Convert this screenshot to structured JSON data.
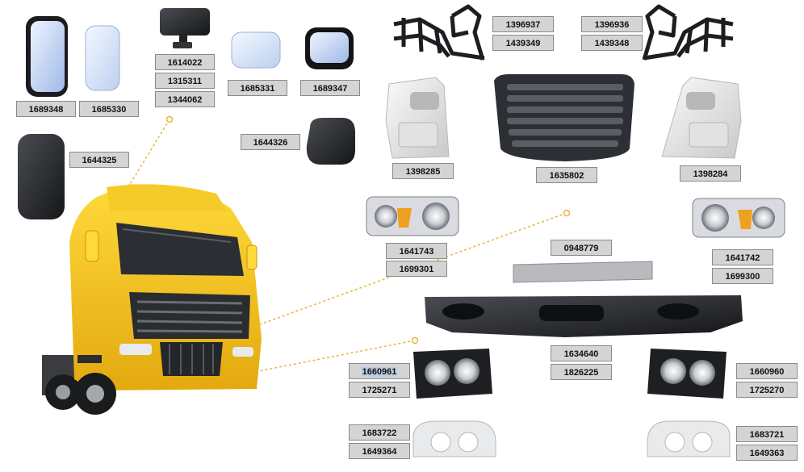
{
  "labels": {
    "l1689348": "1689348",
    "l1685330": "1685330",
    "l1614022": "1614022",
    "l1315311": "1315311",
    "l1344062": "1344062",
    "l1685331": "1685331",
    "l1689347": "1689347",
    "l1644325": "1644325",
    "l1644326": "1644326",
    "l1396937": "1396937",
    "l1439349": "1439349",
    "l1396936": "1396936",
    "l1439348": "1439348",
    "l1398285": "1398285",
    "l1635802": "1635802",
    "l1398284": "1398284",
    "l1641743": "1641743",
    "l1699301": "1699301",
    "l0948779": "0948779",
    "l1641742": "1641742",
    "l1699300": "1699300",
    "l1634640": "1634640",
    "l1826225": "1826225",
    "l1660961": "1660961",
    "l1725271": "1725271",
    "l1660960": "1660960",
    "l1725270": "1725270",
    "l1683722": "1683722",
    "l1649364": "1649364",
    "l1683721": "1683721",
    "l1649363": "1649363"
  },
  "colors": {
    "truck": "#f2c21a",
    "label_bg": "#d4d4d4",
    "leader": "#e4b53a",
    "part_dark": "#2a2c30",
    "part_light": "#e6e6e6"
  }
}
